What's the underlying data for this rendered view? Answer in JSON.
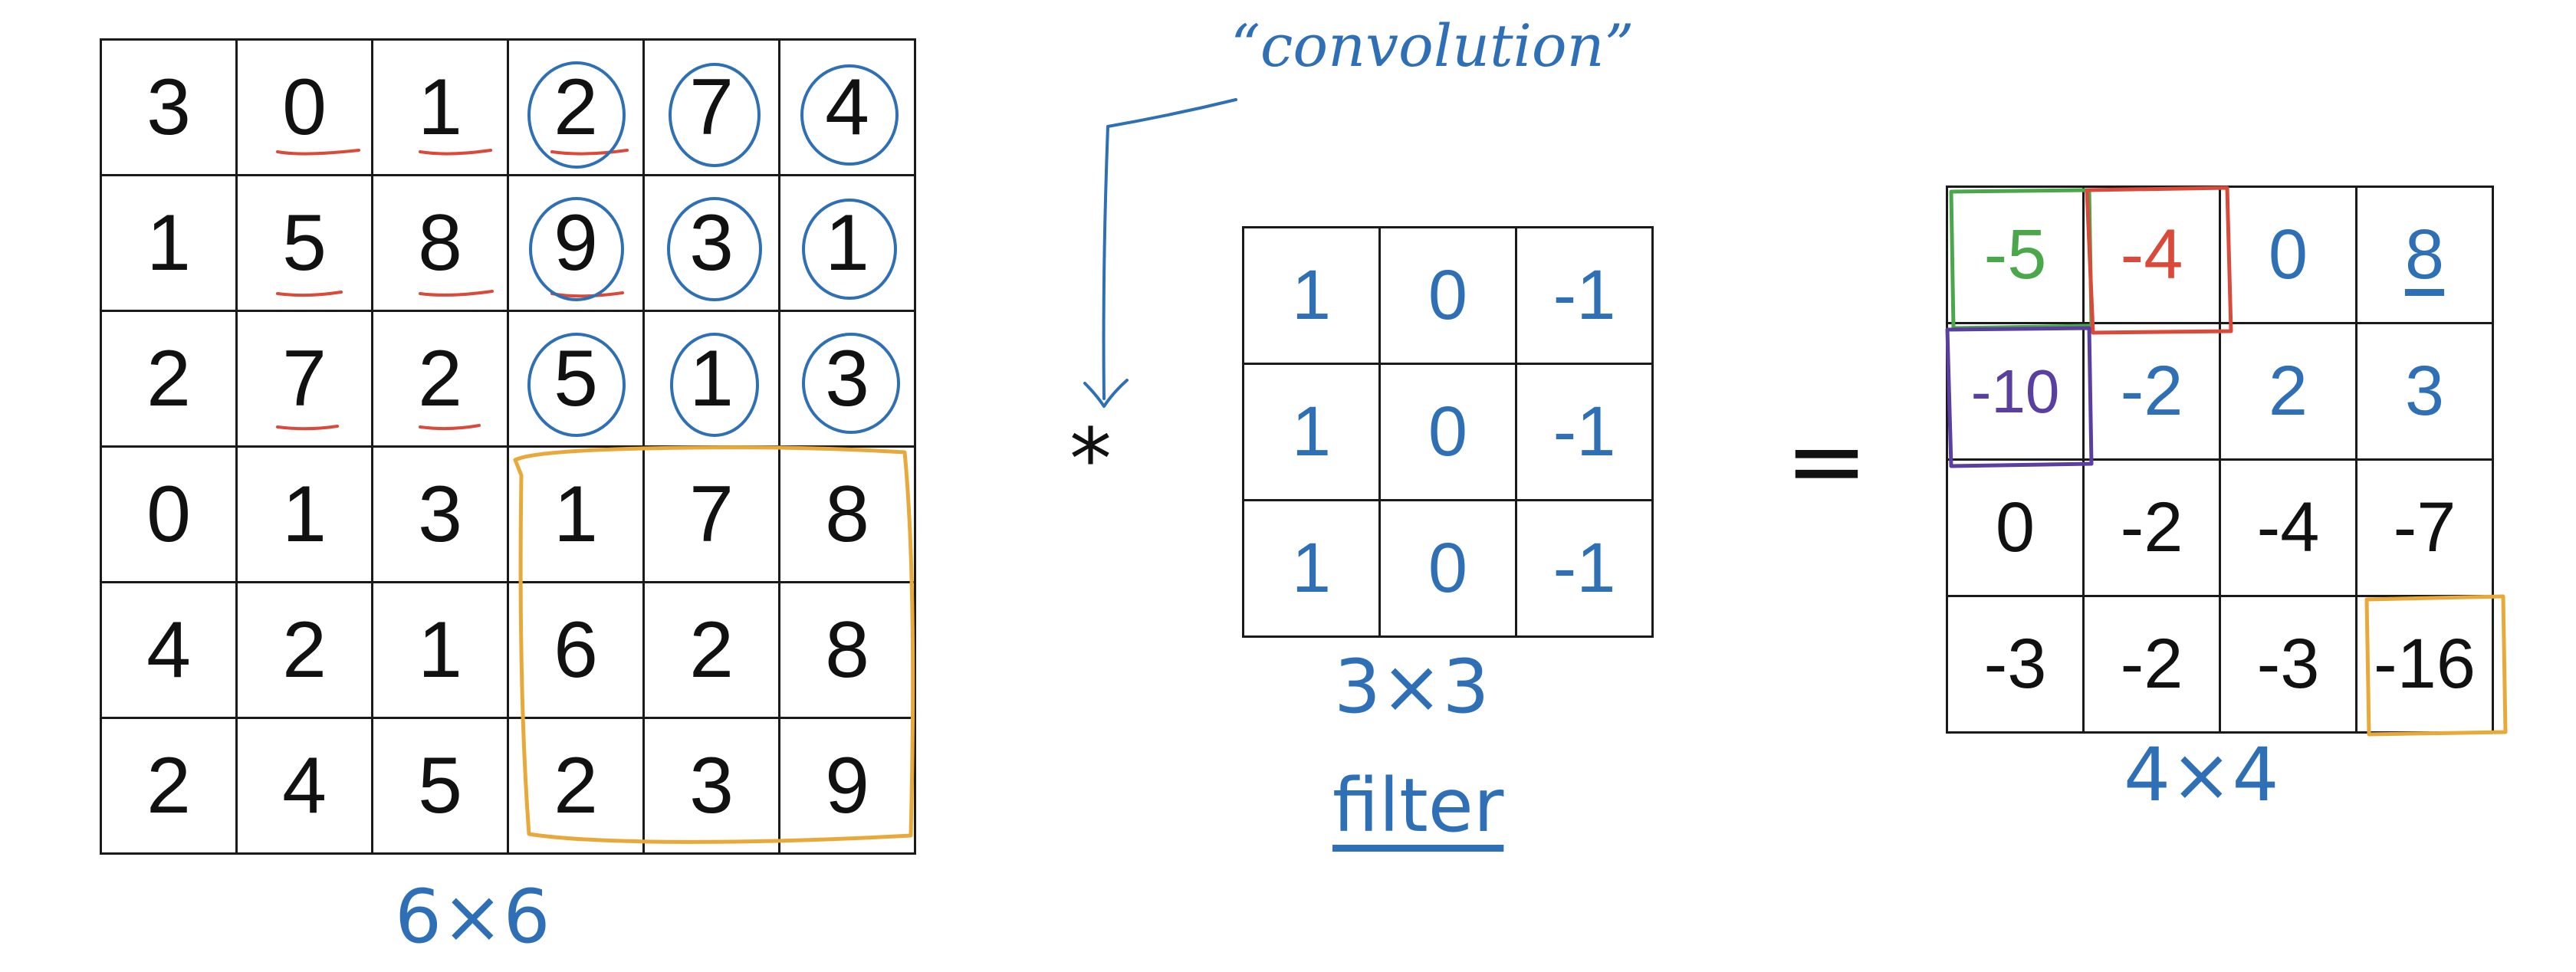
{
  "input": {
    "rows": [
      [
        "3",
        "0",
        "1",
        "2",
        "7",
        "4"
      ],
      [
        "1",
        "5",
        "8",
        "9",
        "3",
        "1"
      ],
      [
        "2",
        "7",
        "2",
        "5",
        "1",
        "3"
      ],
      [
        "0",
        "1",
        "3",
        "1",
        "7",
        "8"
      ],
      [
        "4",
        "2",
        "1",
        "6",
        "2",
        "8"
      ],
      [
        "2",
        "4",
        "5",
        "2",
        "3",
        "9"
      ]
    ],
    "size_label": "6×6"
  },
  "operator": "*",
  "convolution_note": "“convolution”",
  "filter": {
    "rows": [
      [
        "1",
        "0",
        "-1"
      ],
      [
        "1",
        "0",
        "-1"
      ],
      [
        "1",
        "0",
        "-1"
      ]
    ],
    "size_label": "3×3",
    "word": "filter"
  },
  "equals": "=",
  "output": {
    "rows": [
      [
        "-5",
        "-4",
        "0",
        "8"
      ],
      [
        "-10",
        "-2",
        "2",
        "3"
      ],
      [
        "0",
        "-2",
        "-4",
        "-7"
      ],
      [
        "-3",
        "-2",
        "-3",
        "-16"
      ]
    ],
    "size_label": "4×4"
  },
  "colors": {
    "ink": "#111111",
    "pen_blue": "#2e6fb5",
    "pen_red": "#d94a3a",
    "pen_green": "#4aa84a",
    "pen_purple": "#5a3fa0",
    "pen_orange": "#e8a93a"
  }
}
